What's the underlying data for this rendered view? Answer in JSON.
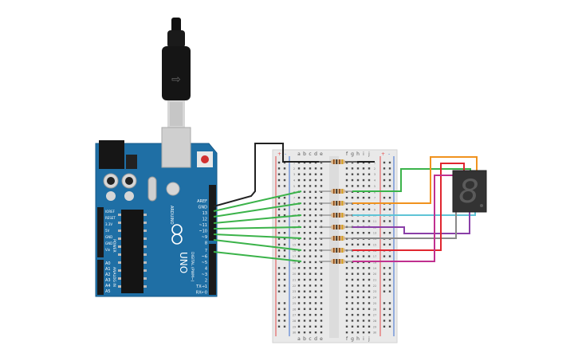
{
  "arduino": {
    "brand": "ARDUINO",
    "model": "UNO",
    "power_header_label": "POWER",
    "analog_header_label": "ANALOG IN",
    "digital_header_label": "DIGITAL (PWM~)",
    "power_pins": [
      "IOREF",
      "RESET",
      "3.3V",
      "5V",
      "GND",
      "GND",
      "Vin"
    ],
    "analog_pins": [
      "A0",
      "A1",
      "A2",
      "A3",
      "A4",
      "A5"
    ],
    "top_pins": [
      "AREF",
      "GND",
      "13",
      "12",
      "~11",
      "~10",
      "~9",
      "8"
    ],
    "bottom_pins": [
      "7",
      "~6",
      "~5",
      "4",
      "~3",
      "2",
      "TX→1",
      "RX←0"
    ]
  },
  "breadboard": {
    "column_letters_left": [
      "a",
      "b",
      "c",
      "d",
      "e"
    ],
    "column_letters_right": [
      "f",
      "g",
      "h",
      "i",
      "j"
    ],
    "rail_plus": "+",
    "rail_minus": "-",
    "row_count": 30
  },
  "display": {
    "digit": "8"
  },
  "colors": {
    "board": "#1f6fa5",
    "wire_green": "#3bb34a",
    "wire_black": "#222222",
    "wire_orange": "#f0921e",
    "wire_cyan": "#5fc4d6",
    "wire_purple": "#8a3fa8",
    "wire_gray": "#8a8a8a",
    "wire_red": "#e0262f",
    "wire_magenta": "#c0308f"
  }
}
